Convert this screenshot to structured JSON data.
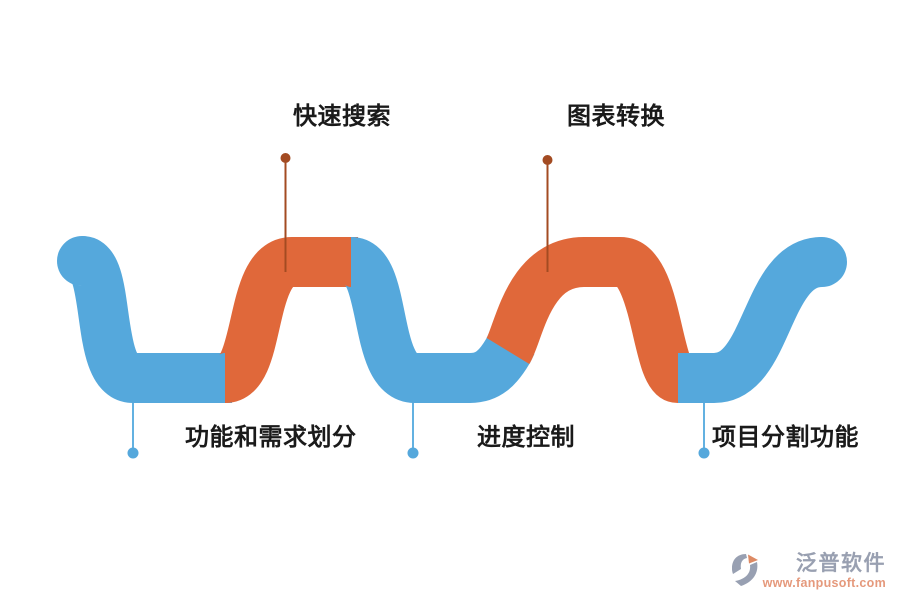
{
  "diagram": {
    "type": "serpentine-process-wave",
    "stages": [
      {
        "label": "功能和需求划分",
        "segment_color": "blue",
        "label_position": "bottom"
      },
      {
        "label": "快速搜索",
        "segment_color": "orange",
        "label_position": "top"
      },
      {
        "label": "进度控制",
        "segment_color": "blue",
        "label_position": "bottom"
      },
      {
        "label": "图表转换",
        "segment_color": "orange",
        "label_position": "top"
      },
      {
        "label": "项目分割功能",
        "segment_color": "blue",
        "label_position": "bottom"
      }
    ]
  },
  "watermark": {
    "brand": "泛普软件",
    "url": "www.fanpusoft.com"
  },
  "colors": {
    "background": "#ffffff",
    "wave_blue": "#55a8dc",
    "wave_orange": "#e0683a",
    "top_connector": "#a34b22",
    "bottom_connector": "#63b1e1",
    "bottom_dot": "#55a8dc",
    "label_text": "#1a1a1a",
    "brand_text": "#99a0b1",
    "brand_url": "#e5997c",
    "logo_gray": "#98a0b2",
    "logo_accent": "#dd8a64"
  }
}
